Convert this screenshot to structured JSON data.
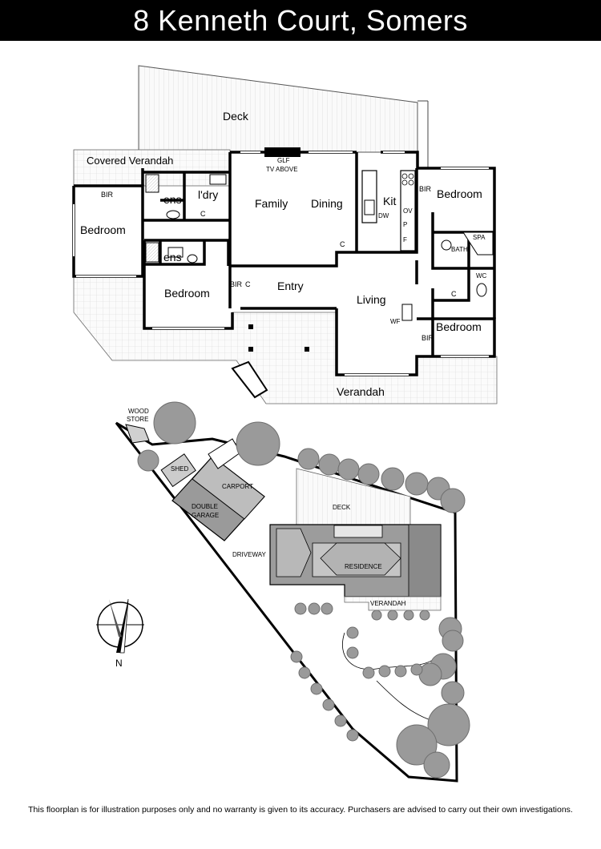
{
  "title": "8 Kenneth Court, Somers",
  "disclaimer": "This floorplan is for illustration purposes only and no warranty is given to its accuracy. Purchasers are advised to carry out their own investigations.",
  "floor_plan": {
    "rooms": {
      "deck": "Deck",
      "covered_verandah": "Covered Verandah",
      "bir_1": "BIR",
      "ens_1": "ens",
      "laundry": "l'dry",
      "c_laundry": "C",
      "bedroom_west": "Bedroom",
      "ens_2": "ens",
      "bedroom_mid": "Bedroom",
      "bir_2": "BIR",
      "c_mid": "C",
      "family": "Family",
      "dining": "Dining",
      "glf": "GLF",
      "tv_above": "TV ABOVE",
      "kit": "Kit",
      "ov": "OV",
      "p": "P",
      "f": "F",
      "dw": "DW",
      "c_kitchen": "C",
      "entry": "Entry",
      "living": "Living",
      "wf": "WF",
      "bir_3": "BIR",
      "bedroom_ne": "Bedroom",
      "bath": "BATH",
      "spa": "SPA",
      "wc": "WC",
      "c_hall": "C",
      "bir_4": "BIR",
      "bedroom_se": "Bedroom",
      "verandah": "Verandah"
    }
  },
  "site_plan": {
    "labels": {
      "wood_store_1": "WOOD",
      "wood_store_2": "STORE",
      "shed": "SHED",
      "carport": "CARPORT",
      "double_garage_1": "DOUBLE",
      "double_garage_2": "GARAGE",
      "deck": "DECK",
      "driveway": "DRIVEWAY",
      "residence": "RESIDENCE",
      "verandah": "VERANDAH"
    },
    "compass_label": "N"
  },
  "colors": {
    "title_bar": "#000000",
    "wall": "#000000",
    "deck_fill": "#f7f7f7",
    "roof_dark": "#8c8c8c",
    "roof_mid": "#a9a9a9",
    "roof_light": "#c8c8c8",
    "tree": "#9a9a9a"
  }
}
